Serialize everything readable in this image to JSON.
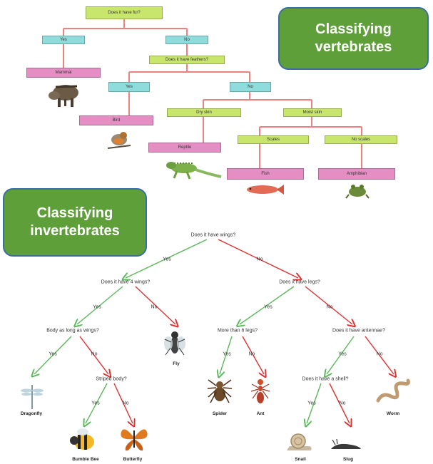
{
  "vertebrates": {
    "title_line1": "Classifying",
    "title_line2": "vertebrates",
    "q_fur": "Does it have fur?",
    "fur_yes": "Yes",
    "fur_no": "No",
    "mammal": "Mammal",
    "q_feathers": "Does it have feathers?",
    "feathers_yes": "Yes",
    "feathers_no": "No",
    "bird": "Bird",
    "dry_skin": "Dry skin",
    "moist_skin": "Moist skin",
    "reptile": "Reptile",
    "scales": "Scales",
    "no_scales": "No scales",
    "fish": "Fish",
    "amphibian": "Amphibian"
  },
  "invertebrates": {
    "title_line1": "Classifying",
    "title_line2": "invertebrates",
    "q_wings": "Does it have wings?",
    "wings_yes": "Yes",
    "wings_no": "No",
    "q_four_wings": "Does it have 4 wings?",
    "four_yes": "Yes",
    "four_no": "No",
    "q_legs": "Does it have legs?",
    "legs_yes": "Yes",
    "legs_no": "No",
    "q_body_long": "Body as long as wings?",
    "body_yes": "Yes",
    "body_no": "No",
    "fly": "Fly",
    "q_more_legs": "More than 6 legs?",
    "more_yes": "Yes",
    "more_no": "No",
    "q_antennae": "Does it have antennae?",
    "ant_yes": "Yes",
    "ant_no": "No",
    "dragonfly": "Dragonfly",
    "q_striped": "Striped body?",
    "striped_yes": "Yes",
    "striped_no": "No",
    "spider": "Spider",
    "ant": "Ant",
    "q_shell": "Does it have a shell?",
    "shell_yes": "Yes",
    "shell_no": "No",
    "worm": "Worm",
    "bumble_bee": "Bumble Bee",
    "butterfly": "Butterfly",
    "snail": "Snail",
    "slug": "Slug"
  },
  "colors": {
    "question_box": "#c8e66b",
    "answer_box": "#8fdcdc",
    "animal_box": "#e58ec4",
    "connector": "#f08080",
    "yes_arrow": "#5cb85c",
    "no_arrow": "#e03030",
    "title_fill": "#5f9f3a",
    "title_border": "#3c6ea2"
  }
}
